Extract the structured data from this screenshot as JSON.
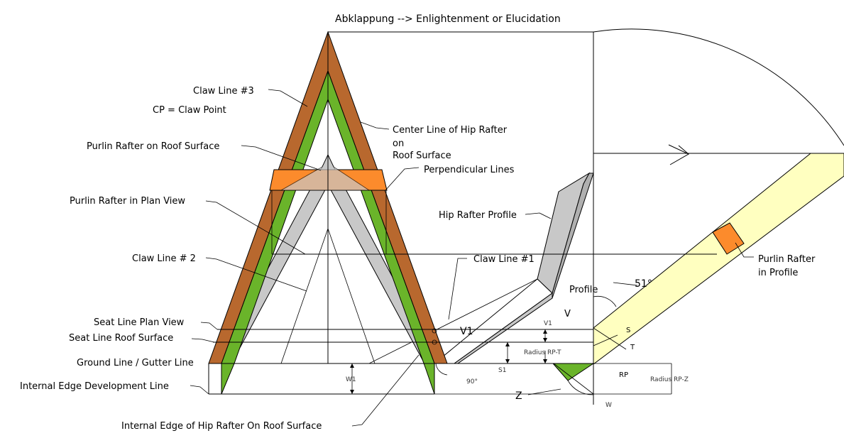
{
  "title": "Abklappung --> Enlightenment or Elucidation",
  "labels": {
    "claw_line_3": "Claw Line #3",
    "cp_def": "CP = Claw Point",
    "center_line_1": "Center Line of Hip Rafter",
    "center_line_2": "on",
    "center_line_3": "Roof Surface",
    "purlin_roof": "Purlin Rafter on Roof Surface",
    "perpendicular": "Perpendicular Lines",
    "purlin_plan": "Purlin Rafter in Plan View",
    "hip_profile": "Hip Rafter Profile",
    "claw_line_2": "Claw Line # 2",
    "claw_line_1": "Claw Line #1",
    "purlin_profile_1": "Purlin Rafter",
    "purlin_profile_2": "in Profile",
    "profile": "Profile",
    "angle_51": "51°",
    "v": "V",
    "v1_big": "V1",
    "v1_small": "V1",
    "s": "S",
    "t": "T",
    "radius_rp_t": "Radius RP-T",
    "s1": "S1",
    "rp": "RP",
    "radius_rp_z": "Radius RP-Z",
    "z": "Z",
    "w": "W",
    "w1": "W1",
    "angle_90": "90°",
    "seat_plan": "Seat Line Plan View",
    "seat_roof": "Seat Line Roof Surface",
    "ground_line": "Ground Line / Gutter Line",
    "internal_dev": "Internal Edge Development Line",
    "internal_hip": "Internal Edge of Hip Rafter On Roof Surface"
  },
  "colors": {
    "brown": "#b8682e",
    "green": "#6ab42a",
    "orange": "#fc8b2c",
    "gray": "#c8c8c8",
    "yellow": "#ffffc0"
  }
}
